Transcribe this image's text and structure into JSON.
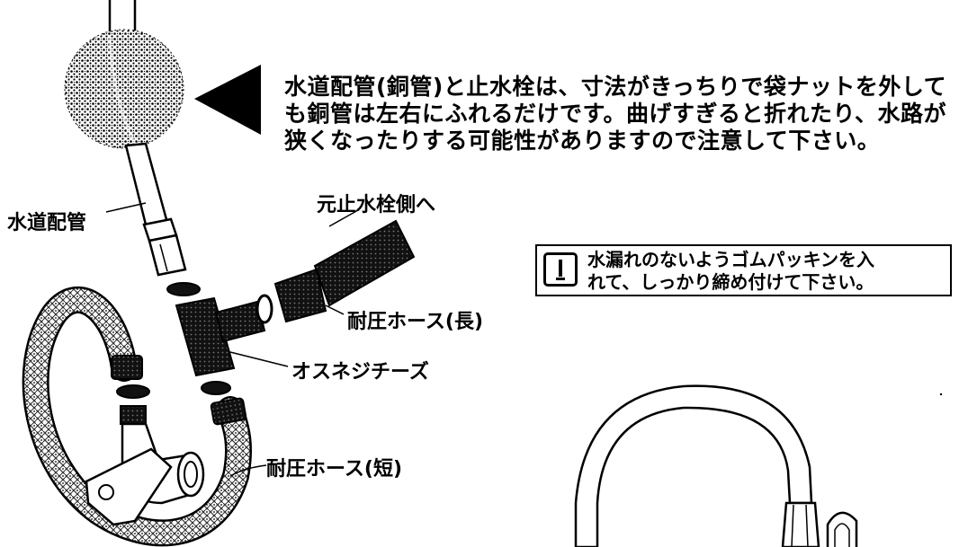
{
  "notes": {
    "main": [
      "水道配管(銅管)と止水栓は、寸法がきっちりで袋ナットを外して",
      "も銅管は左右にふれるだけです。曲げすぎると折れたり、水路が",
      "狭くなったりする可能性がありますので注意して下さい。"
    ],
    "caution": [
      "水漏れのないようゴムパッキンを入",
      "れて、しっかり締め付けて下さい。"
    ]
  },
  "labels": {
    "water_pipe": "水道配管",
    "to_main_valve": "元止水栓側へ",
    "hose_long": "耐圧ホース(長)",
    "male_tee": "オスネジチーズ",
    "hose_short": "耐圧ホース(短)"
  },
  "icons": {
    "caution": "exclamation-box-icon",
    "pointer": "triangle-pointer-icon"
  }
}
